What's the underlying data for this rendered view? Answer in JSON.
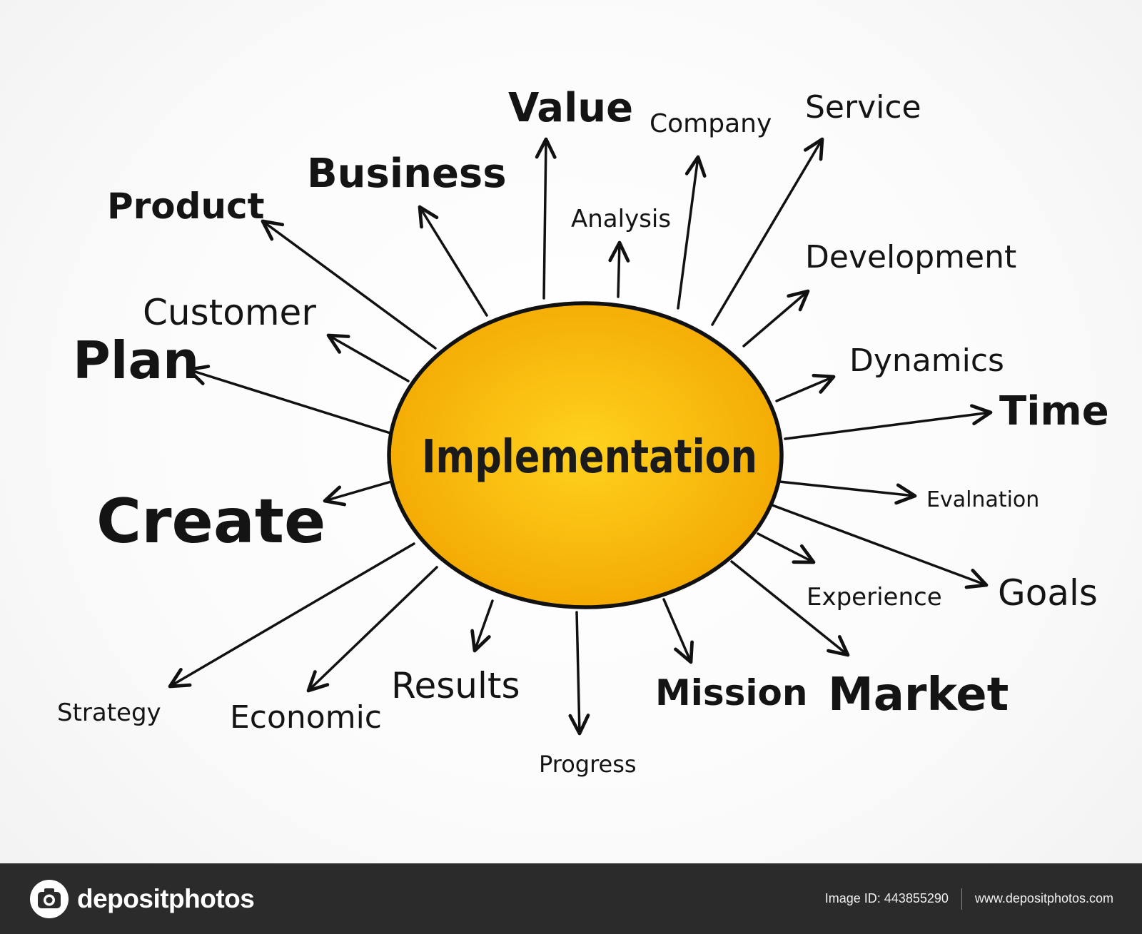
{
  "diagram": {
    "center": {
      "label": "Implementation",
      "fill_inner": "#FFD21F",
      "fill_outer": "#F2A500"
    },
    "terms": {
      "value": "Value",
      "company": "Company",
      "service": "Service",
      "business": "Business",
      "product": "Product",
      "analysis": "Analysis",
      "development": "Development",
      "customer": "Customer",
      "plan": "Plan",
      "dynamics": "Dynamics",
      "time": "Time",
      "create": "Create",
      "evaluation": "Evalnation",
      "goals": "Goals",
      "experience": "Experience",
      "strategy": "Strategy",
      "economic": "Economic",
      "results": "Results",
      "mission": "Mission",
      "market": "Market",
      "progress": "Progress"
    }
  },
  "footer": {
    "brand": "depositphotos",
    "image_id": "Image ID: 443855290",
    "website": "www.depositphotos.com",
    "background": "#2B2B2B"
  }
}
